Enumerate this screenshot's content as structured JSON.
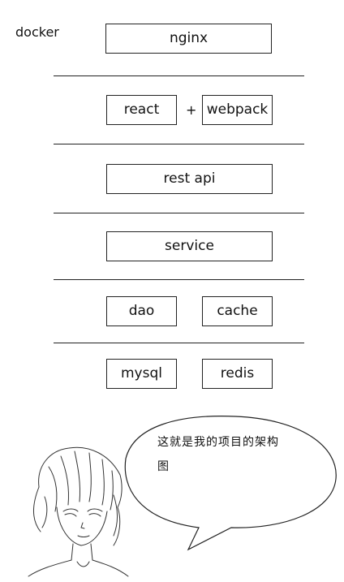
{
  "title": "docker",
  "layers": {
    "nginx": "nginx",
    "react": "react",
    "plus": "+",
    "webpack": "webpack",
    "rest_api": "rest api",
    "service": "service",
    "dao": "dao",
    "cache": "cache",
    "mysql": "mysql",
    "redis": "redis"
  },
  "speech": {
    "line1": "这就是我的项目的架构",
    "line2": "图"
  },
  "colors": {
    "stroke": "#222222",
    "background": "#ffffff"
  }
}
